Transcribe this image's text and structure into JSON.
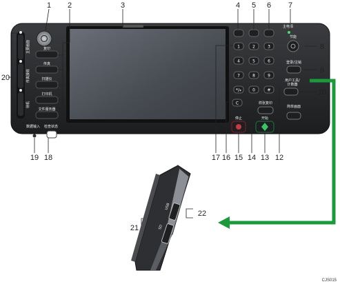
{
  "callouts": {
    "c1": "1",
    "c2": "2",
    "c3": "3",
    "c4": "4",
    "c5": "5",
    "c6": "6",
    "c7": "7",
    "c8": "8",
    "c9": "9",
    "c10": "10",
    "c11": "11",
    "c12": "12",
    "c13": "13",
    "c14": "14",
    "c15": "15",
    "c16": "16",
    "c17": "17",
    "c18": "18",
    "c19": "19",
    "c20": "20",
    "c21": "21",
    "c22": "22"
  },
  "panel_labels": {
    "main_power": "主电源",
    "energy_saver": "节能",
    "login_logout": "登录/注销",
    "user_tools_line1": "用户工具/",
    "user_tools_line2": "计数器",
    "simple_screen": "简单画面",
    "sample_copy": "样张复印",
    "start": "开始",
    "stop": "停止",
    "data_in": "数据输入",
    "check_status": "检查状态",
    "side_top": "主要画面",
    "side_mid": "传真接收",
    "side_bot": "待机"
  },
  "function_keys": [
    "复印",
    "传真",
    "扫描仪",
    "打印机",
    "文件服务器"
  ],
  "keypad": [
    "1",
    "2",
    "3",
    "4",
    "5",
    "6",
    "7",
    "8",
    "9",
    "*/⁎",
    "0",
    "#"
  ],
  "clear_key": "C",
  "media_slots": [
    "USB",
    "SD"
  ],
  "image_code": "CJS015",
  "colors": {
    "arrow": "#1a9a3a",
    "panel": "#2b2d2f",
    "screen": "#4f535a",
    "key": "#1e1f21"
  }
}
